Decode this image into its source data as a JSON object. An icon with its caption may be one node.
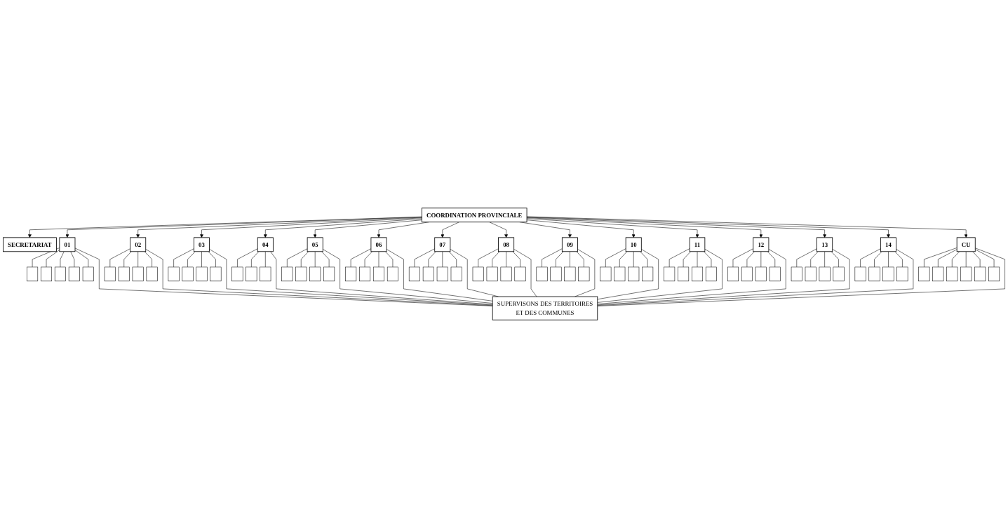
{
  "diagram": {
    "nodes": [
      {
        "text": [
          "COORDINATION PROVINCIALE"
        ]
      },
      {
        "text": [
          "SECRETARIAT"
        ]
      },
      {
        "text": [
          "01"
        ]
      },
      {
        "text": [
          "02"
        ]
      },
      {
        "text": [
          "03"
        ]
      },
      {
        "text": [
          "04"
        ]
      },
      {
        "text": [
          "05"
        ]
      },
      {
        "text": [
          "06"
        ]
      },
      {
        "text": [
          "07"
        ]
      },
      {
        "text": [
          "08"
        ]
      },
      {
        "text": [
          "09"
        ]
      },
      {
        "text": [
          "10"
        ]
      },
      {
        "text": [
          "11"
        ]
      },
      {
        "text": [
          "12"
        ]
      },
      {
        "text": [
          "13"
        ]
      },
      {
        "text": [
          "14"
        ]
      },
      {
        "text": [
          "CU"
        ]
      },
      {
        "text": [],
        "shape": "box"
      },
      {
        "text": [],
        "shape": "box"
      },
      {
        "text": [],
        "shape": "box"
      },
      {
        "text": [],
        "shape": "box"
      },
      {
        "text": [],
        "shape": "box"
      },
      {
        "text": [],
        "shape": "box"
      },
      {
        "text": [],
        "shape": "box"
      },
      {
        "text": [],
        "shape": "box"
      },
      {
        "text": [],
        "shape": "box"
      },
      {
        "text": [],
        "shape": "box"
      },
      {
        "text": [],
        "shape": "box"
      },
      {
        "text": [],
        "shape": "box"
      },
      {
        "text": [],
        "shape": "box"
      },
      {
        "text": [],
        "shape": "box"
      },
      {
        "text": [],
        "shape": "box"
      },
      {
        "text": [],
        "shape": "box"
      },
      {
        "text": [],
        "shape": "box"
      },
      {
        "text": [],
        "shape": "box"
      },
      {
        "text": [],
        "shape": "box"
      },
      {
        "text": [],
        "shape": "box"
      },
      {
        "text": [],
        "shape": "box"
      },
      {
        "text": [],
        "shape": "box"
      },
      {
        "text": [],
        "shape": "box"
      },
      {
        "text": [],
        "shape": "box"
      },
      {
        "text": [],
        "shape": "box"
      },
      {
        "text": [],
        "shape": "box"
      },
      {
        "text": [],
        "shape": "box"
      },
      {
        "text": [],
        "shape": "box"
      },
      {
        "text": [],
        "shape": "box"
      },
      {
        "text": [],
        "shape": "box"
      },
      {
        "text": [],
        "shape": "box"
      },
      {
        "text": [],
        "shape": "box"
      },
      {
        "text": [],
        "shape": "box"
      },
      {
        "text": [],
        "shape": "box"
      },
      {
        "text": [],
        "shape": "box"
      },
      {
        "text": [],
        "shape": "box"
      },
      {
        "text": [],
        "shape": "box"
      },
      {
        "text": [],
        "shape": "box"
      },
      {
        "text": [],
        "shape": "box"
      },
      {
        "text": [],
        "shape": "box"
      },
      {
        "text": [],
        "shape": "box"
      },
      {
        "text": [],
        "shape": "box"
      },
      {
        "text": [],
        "shape": "box"
      },
      {
        "text": [],
        "shape": "box"
      },
      {
        "text": [],
        "shape": "box"
      },
      {
        "text": [],
        "shape": "box"
      },
      {
        "text": [],
        "shape": "box"
      },
      {
        "text": [],
        "shape": "box"
      },
      {
        "text": [],
        "shape": "box"
      },
      {
        "text": [],
        "shape": "box"
      },
      {
        "text": [],
        "shape": "box"
      },
      {
        "text": [],
        "shape": "box"
      },
      {
        "text": [],
        "shape": "box"
      },
      {
        "text": [],
        "shape": "box"
      },
      {
        "text": [],
        "shape": "box"
      },
      {
        "text": [],
        "shape": "box"
      },
      {
        "text": [],
        "shape": "box"
      },
      {
        "text": [],
        "shape": "box"
      },
      {
        "text": [],
        "shape": "box"
      },
      {
        "text": [],
        "shape": "box"
      },
      {
        "text": [],
        "shape": "box"
      },
      {
        "text": [],
        "shape": "box"
      },
      {
        "text": [
          "SUPERVISONS DES TERRITOIRES",
          "ET DES COMMUNES"
        ]
      }
    ],
    "edges": [
      {
        "from": 0,
        "to": 1,
        "arrow": "to"
      },
      {
        "from": 0,
        "to": 2,
        "arrow": "to"
      },
      {
        "from": 0,
        "to": 3,
        "arrow": "to"
      },
      {
        "from": 0,
        "to": 4,
        "arrow": "to"
      },
      {
        "from": 0,
        "to": 5,
        "arrow": "to"
      },
      {
        "from": 0,
        "to": 6,
        "arrow": "to"
      },
      {
        "from": 0,
        "to": 7,
        "arrow": "to"
      },
      {
        "from": 0,
        "to": 8,
        "arrow": "to"
      },
      {
        "from": 0,
        "to": 9,
        "arrow": "to"
      },
      {
        "from": 0,
        "to": 10,
        "arrow": "to"
      },
      {
        "from": 0,
        "to": 11,
        "arrow": "to"
      },
      {
        "from": 0,
        "to": 12,
        "arrow": "to"
      },
      {
        "from": 0,
        "to": 13,
        "arrow": "to"
      },
      {
        "from": 0,
        "to": 14,
        "arrow": "to"
      },
      {
        "from": 0,
        "to": 15,
        "arrow": "to"
      },
      {
        "from": 0,
        "to": 16,
        "arrow": "to"
      },
      {
        "from": 2,
        "to": 17,
        "arrow": "none"
      },
      {
        "from": 2,
        "to": 18,
        "arrow": "none"
      },
      {
        "from": 2,
        "to": 19,
        "arrow": "none"
      },
      {
        "from": 2,
        "to": 20,
        "arrow": "none"
      },
      {
        "from": 2,
        "to": 21,
        "arrow": "none"
      },
      {
        "from": 3,
        "to": 22,
        "arrow": "none"
      },
      {
        "from": 3,
        "to": 23,
        "arrow": "none"
      },
      {
        "from": 3,
        "to": 24,
        "arrow": "none"
      },
      {
        "from": 3,
        "to": 25,
        "arrow": "none"
      },
      {
        "from": 4,
        "to": 26,
        "arrow": "none"
      },
      {
        "from": 4,
        "to": 27,
        "arrow": "none"
      },
      {
        "from": 4,
        "to": 28,
        "arrow": "none"
      },
      {
        "from": 4,
        "to": 29,
        "arrow": "none"
      },
      {
        "from": 5,
        "to": 30,
        "arrow": "none"
      },
      {
        "from": 5,
        "to": 31,
        "arrow": "none"
      },
      {
        "from": 5,
        "to": 32,
        "arrow": "none"
      },
      {
        "from": 6,
        "to": 33,
        "arrow": "none"
      },
      {
        "from": 6,
        "to": 34,
        "arrow": "none"
      },
      {
        "from": 6,
        "to": 35,
        "arrow": "none"
      },
      {
        "from": 6,
        "to": 36,
        "arrow": "none"
      },
      {
        "from": 7,
        "to": 37,
        "arrow": "none"
      },
      {
        "from": 7,
        "to": 38,
        "arrow": "none"
      },
      {
        "from": 7,
        "to": 39,
        "arrow": "none"
      },
      {
        "from": 7,
        "to": 40,
        "arrow": "none"
      },
      {
        "from": 8,
        "to": 41,
        "arrow": "none"
      },
      {
        "from": 8,
        "to": 42,
        "arrow": "none"
      },
      {
        "from": 8,
        "to": 43,
        "arrow": "none"
      },
      {
        "from": 8,
        "to": 44,
        "arrow": "none"
      },
      {
        "from": 9,
        "to": 45,
        "arrow": "none"
      },
      {
        "from": 9,
        "to": 46,
        "arrow": "none"
      },
      {
        "from": 9,
        "to": 47,
        "arrow": "none"
      },
      {
        "from": 9,
        "to": 48,
        "arrow": "none"
      },
      {
        "from": 10,
        "to": 49,
        "arrow": "none"
      },
      {
        "from": 10,
        "to": 50,
        "arrow": "none"
      },
      {
        "from": 10,
        "to": 51,
        "arrow": "none"
      },
      {
        "from": 10,
        "to": 52,
        "arrow": "none"
      },
      {
        "from": 11,
        "to": 53,
        "arrow": "none"
      },
      {
        "from": 11,
        "to": 54,
        "arrow": "none"
      },
      {
        "from": 11,
        "to": 55,
        "arrow": "none"
      },
      {
        "from": 11,
        "to": 56,
        "arrow": "none"
      },
      {
        "from": 12,
        "to": 57,
        "arrow": "none"
      },
      {
        "from": 12,
        "to": 58,
        "arrow": "none"
      },
      {
        "from": 12,
        "to": 59,
        "arrow": "none"
      },
      {
        "from": 12,
        "to": 60,
        "arrow": "none"
      },
      {
        "from": 13,
        "to": 61,
        "arrow": "none"
      },
      {
        "from": 13,
        "to": 62,
        "arrow": "none"
      },
      {
        "from": 13,
        "to": 63,
        "arrow": "none"
      },
      {
        "from": 13,
        "to": 64,
        "arrow": "none"
      },
      {
        "from": 14,
        "to": 65,
        "arrow": "none"
      },
      {
        "from": 14,
        "to": 66,
        "arrow": "none"
      },
      {
        "from": 14,
        "to": 67,
        "arrow": "none"
      },
      {
        "from": 14,
        "to": 68,
        "arrow": "none"
      },
      {
        "from": 15,
        "to": 69,
        "arrow": "none"
      },
      {
        "from": 15,
        "to": 70,
        "arrow": "none"
      },
      {
        "from": 15,
        "to": 71,
        "arrow": "none"
      },
      {
        "from": 15,
        "to": 72,
        "arrow": "none"
      },
      {
        "from": 16,
        "to": 73,
        "arrow": "none"
      },
      {
        "from": 16,
        "to": 74,
        "arrow": "none"
      },
      {
        "from": 16,
        "to": 75,
        "arrow": "none"
      },
      {
        "from": 16,
        "to": 76,
        "arrow": "none"
      },
      {
        "from": 16,
        "to": 77,
        "arrow": "none"
      },
      {
        "from": 16,
        "to": 78,
        "arrow": "none"
      },
      {
        "from": 2,
        "to": 79,
        "arrow": "none"
      },
      {
        "from": 3,
        "to": 79,
        "arrow": "none"
      },
      {
        "from": 4,
        "to": 79,
        "arrow": "none"
      },
      {
        "from": 5,
        "to": 79,
        "arrow": "none"
      },
      {
        "from": 6,
        "to": 79,
        "arrow": "none"
      },
      {
        "from": 7,
        "to": 79,
        "arrow": "none"
      },
      {
        "from": 8,
        "to": 79,
        "arrow": "none"
      },
      {
        "from": 9,
        "to": 79,
        "arrow": "none"
      },
      {
        "from": 10,
        "to": 79,
        "arrow": "none"
      },
      {
        "from": 11,
        "to": 79,
        "arrow": "none"
      },
      {
        "from": 12,
        "to": 79,
        "arrow": "none"
      },
      {
        "from": 13,
        "to": 79,
        "arrow": "none"
      },
      {
        "from": 14,
        "to": 79,
        "arrow": "none"
      },
      {
        "from": 15,
        "to": 79,
        "arrow": "none"
      },
      {
        "from": 16,
        "to": 79,
        "arrow": "none"
      }
    ]
  }
}
